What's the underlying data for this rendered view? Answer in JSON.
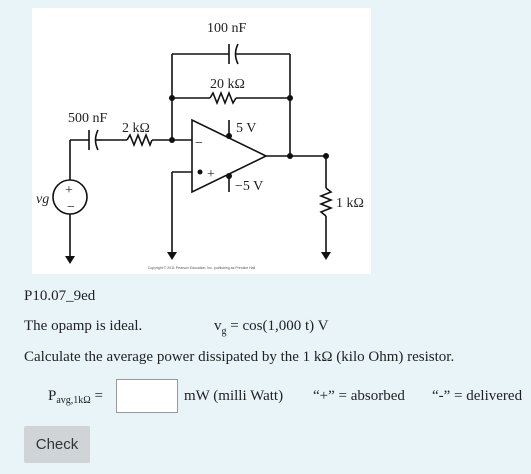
{
  "circuit": {
    "label_c_feedback": "100 nF",
    "label_r_feedback": "20 kΩ",
    "label_c_in": "500 nF",
    "label_r_in": "2 kΩ",
    "label_vpos": "5 V",
    "label_vneg": "−5 V",
    "label_minus": "−",
    "label_plus": "+",
    "label_vg": "vg",
    "label_load": "1 kΩ",
    "copyright": "Copyright © 2011 Pearson Education, Inc. publishing as Prentice Hall"
  },
  "problem": {
    "id": "P10.07_9ed",
    "statement": "The opamp is ideal.",
    "vg_lhs": "v",
    "vg_sub": "g",
    "vg_rhs": " = cos(1,000 t) V",
    "question": "Calculate the average power dissipated by the 1 kΩ (kilo Ohm) resistor."
  },
  "answer": {
    "var_main": "P",
    "var_sub": "avg,1kΩ",
    "equals": " =",
    "value": "",
    "unit": "mW  (milli Watt)",
    "absorbed_hint": "“+” = absorbed",
    "delivered_hint": "“-” = delivered"
  },
  "actions": {
    "check_label": "Check"
  }
}
